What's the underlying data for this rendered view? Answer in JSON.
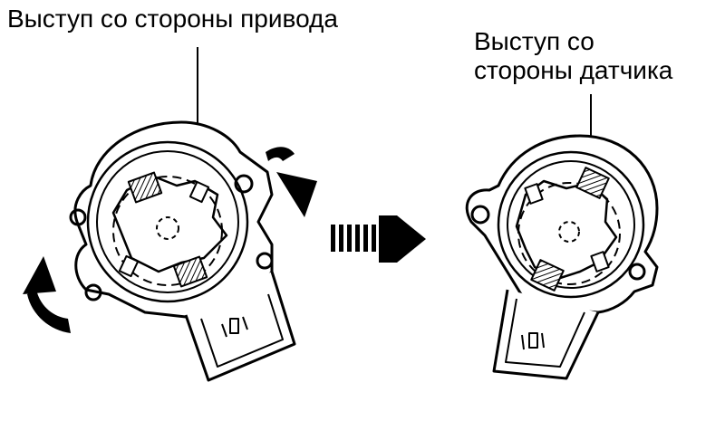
{
  "labels": {
    "drive_side_tab": "Выступ со стороны привода",
    "sensor_side_tab_line1": "Выступ со",
    "sensor_side_tab_line2": "стороны датчика"
  },
  "colors": {
    "line": "#000000",
    "background": "#ffffff"
  },
  "icons": {
    "rotation_arrows": "curved-arrow-icon",
    "transition_arrow": "striped-arrow-icon",
    "connector_marking": "connector-pin-icon"
  }
}
